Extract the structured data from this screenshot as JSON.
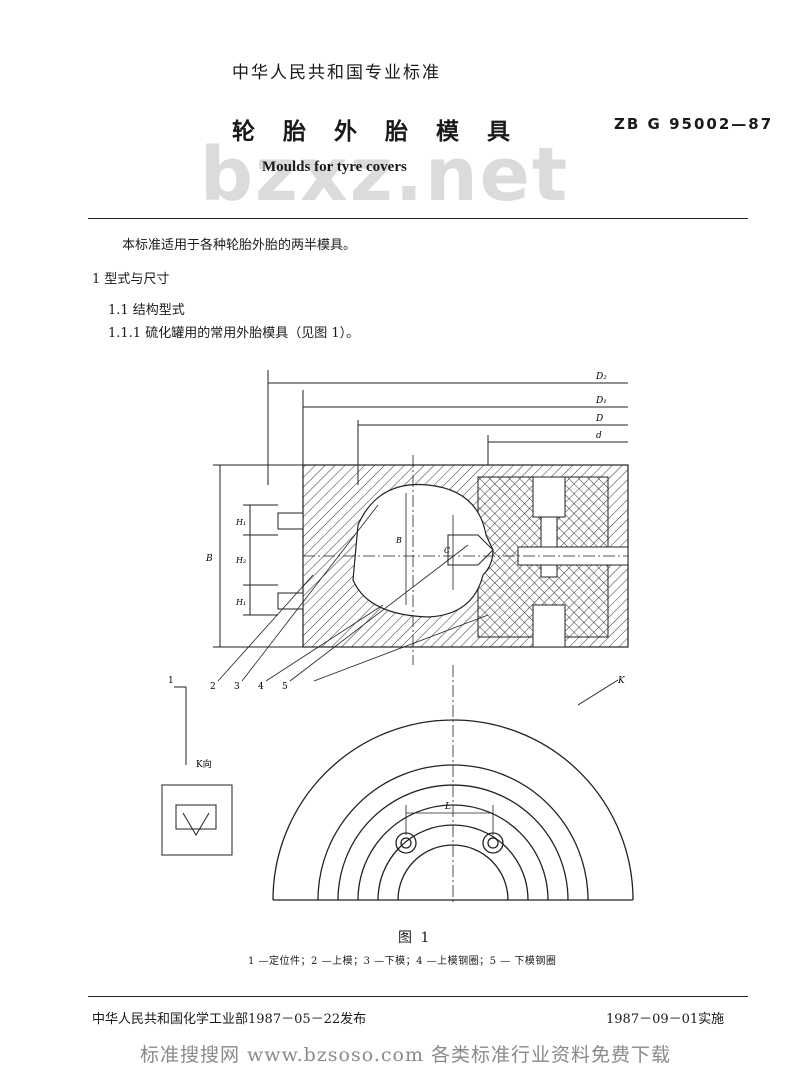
{
  "header": {
    "org": "中华人民共和国专业标准",
    "title_cn": "轮 胎 外 胎 模 具",
    "title_en": "Moulds for tyre covers",
    "standard_no": "ZB G 95002—87",
    "watermark": "bzxz.net"
  },
  "body": {
    "intro": "本标准适用于各种轮胎外胎的两半模具。",
    "section_1": "1  型式与尺寸",
    "section_1_1": "1.1  结构型式",
    "section_1_1_1": "1.1.1  硫化罐用的常用外胎模具（见图 1）。"
  },
  "figure": {
    "caption": "图 1",
    "legend": "1 —定位件；2 —上模；3 —下模；4 —上模钢圈；5 — 下模钢圈",
    "dims": {
      "D1": "D₁",
      "D2": "D₂",
      "D": "D",
      "d": "d",
      "B": "B",
      "C": "C",
      "H1": "H₁",
      "H2": "H₂",
      "L": "L"
    },
    "callouts": [
      "1",
      "2",
      "3",
      "4",
      "5"
    ],
    "view_k": "K向",
    "k_arrow": "K"
  },
  "footer": {
    "published": "中华人民共和国化学工业部1987－05－22发布",
    "implemented": "1987－09－01实施",
    "site_watermark": "标准搜搜网 www.bzsoso.com 各类标准行业资料免费下载"
  }
}
